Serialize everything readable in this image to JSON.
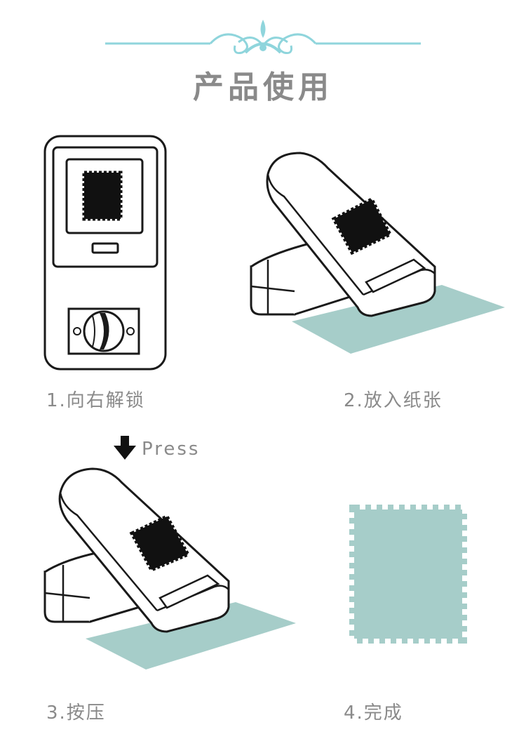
{
  "header": {
    "title": "产品使用",
    "ornament_icon": "ornamental-divider-icon"
  },
  "steps": [
    {
      "label": "1.向右解锁",
      "icon": "unlocked-punch-front-icon"
    },
    {
      "label": "2.放入纸张",
      "icon": "paper-insert-punch-icon"
    },
    {
      "label": "3.按压",
      "icon": "pressing-punch-icon",
      "hint": "Press",
      "hint_icon": "arrow-down-icon"
    },
    {
      "label": "4.完成",
      "icon": "stamp-shape-result-icon"
    }
  ],
  "colors": {
    "paper": "#a6cdc9",
    "ornament": "#8fd5dc",
    "text": "#8a8a8a",
    "outline": "#1a1a1a"
  }
}
